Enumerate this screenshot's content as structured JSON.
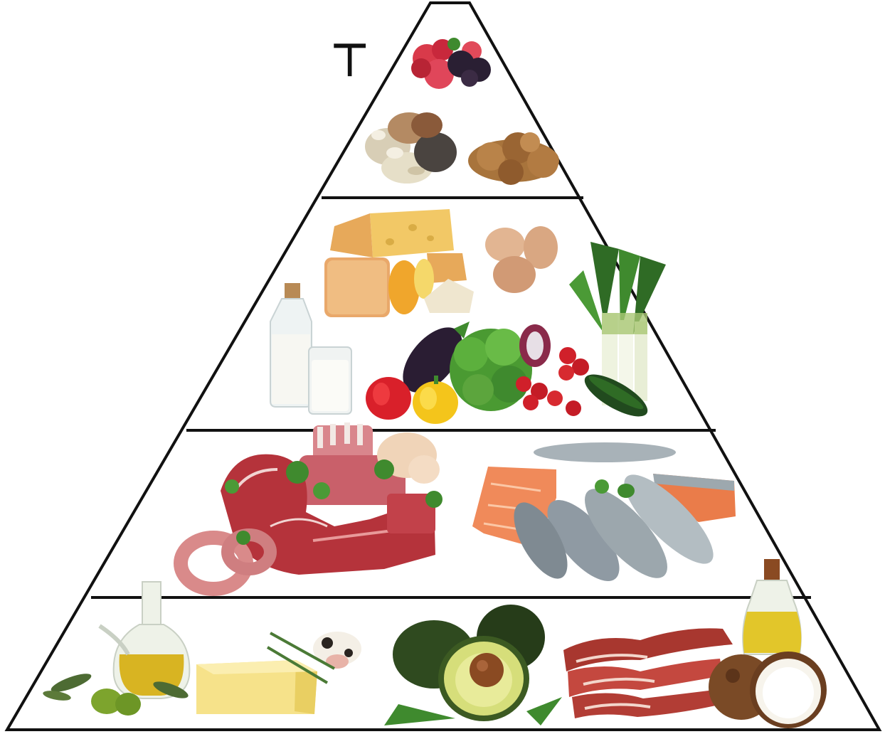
{
  "diagram": {
    "type": "food-pyramid",
    "corner_glyph": "┬",
    "tiers": [
      {
        "level": 1,
        "position": "top",
        "items": [
          "berries",
          "seeds",
          "walnuts"
        ]
      },
      {
        "level": 2,
        "position": "upper-middle",
        "items": [
          "cheese",
          "eggs",
          "milk",
          "leeks",
          "eggplant",
          "bell-peppers",
          "lettuce",
          "radicchio",
          "cherry-tomatoes",
          "cucumber"
        ]
      },
      {
        "level": 3,
        "position": "lower-middle",
        "items": [
          "beef",
          "lamb-chops",
          "chicken",
          "sausage",
          "salmon-fillet",
          "whole-fish"
        ]
      },
      {
        "level": 4,
        "position": "bottom",
        "items": [
          "olive-oil",
          "olives",
          "butter",
          "avocado",
          "bacon",
          "coconut",
          "coconut-oil"
        ]
      }
    ]
  },
  "colors": {
    "outline": "#111111",
    "background": "#ffffff",
    "berry_red": "#c8283c",
    "blackberry": "#2a1f33",
    "walnut": "#a8743c",
    "cheese": "#f2c866",
    "egg": "#d9a782",
    "milk": "#f7f7f2",
    "leek_green": "#3f8a2e",
    "meat_red": "#b5333b",
    "salmon": "#f08a5a",
    "fish_silver": "#8f9aa3",
    "oil_gold": "#d8b422",
    "butter": "#f6e28a",
    "avocado_dark": "#2f4a1f",
    "avocado_flesh": "#d6de7a",
    "bacon": "#a8372f",
    "coconut": "#7a4a26"
  }
}
